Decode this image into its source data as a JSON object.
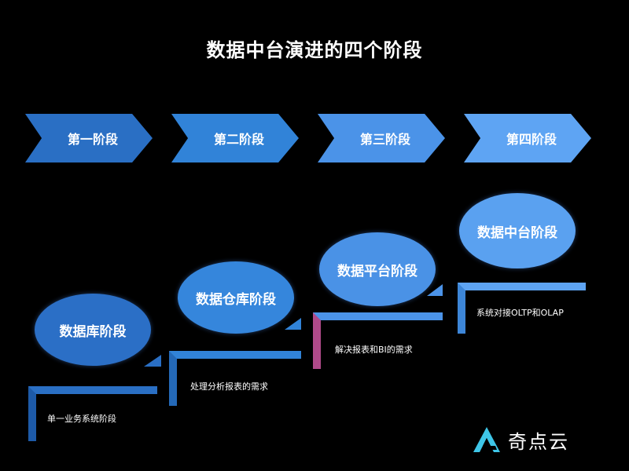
{
  "title": "数据中台演进的四个阶段",
  "stages": [
    {
      "label": "第一阶段",
      "name": "数据库阶段",
      "desc": "单一业务系统阶段",
      "color": "#2a73c9"
    },
    {
      "label": "第二阶段",
      "name": "数据仓库阶段",
      "desc": "处理分析报表的需求",
      "color": "#3286d9"
    },
    {
      "label": "第三阶段",
      "name": "数据平台阶段",
      "desc": "解决报表和BI的需求",
      "color": "#4d93ea"
    },
    {
      "label": "第四阶段",
      "name": "数据中台阶段",
      "desc": "系统对接OLTP和OLAP",
      "color": "#5aa0f2"
    }
  ],
  "logo": {
    "text": "奇点云"
  }
}
